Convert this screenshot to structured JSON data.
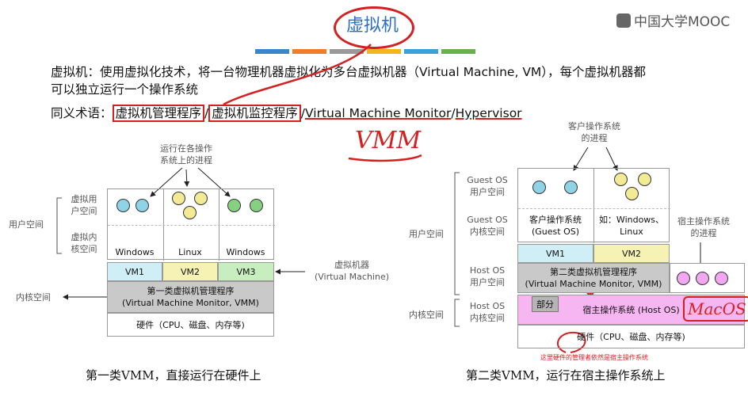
{
  "header": {
    "title": "虚拟机",
    "logo_text": "中国大学MOOC",
    "bar_colors": [
      "#3a86c8",
      "#ef7d2a",
      "#999999",
      "#f2b51e",
      "#3aa0d8",
      "#6ab04c"
    ]
  },
  "definition": {
    "line1": "虚拟机：使用虚拟化技术，将一台物理机器虚拟化为多台虚拟机器（Virtual Machine, VM），每个虚拟机器都",
    "line2": "可以独立运行一个操作系统",
    "syn_label": "同义术语：",
    "syn_term1": "虚拟机管理程序",
    "syn_sep1": "/",
    "syn_term2": "虚拟机监控程序",
    "syn_sep2": "/",
    "syn_term3": "Virtual Machine Monitor",
    "syn_sep3": "/",
    "syn_term4": "Hypervisor",
    "handwritten": "VMM"
  },
  "left_diagram": {
    "process_note": "运行在各操作\n系统上的进程",
    "user_space_outer": "用户空间",
    "kernel_space_outer": "内核空间",
    "vuser": "虚拟用\n户空间",
    "vkernel": "虚拟内\n核空间",
    "os": [
      "Windows",
      "Linux",
      "Windows"
    ],
    "vms": [
      "VM1",
      "VM2",
      "VM3"
    ],
    "vmm": "第一类虚拟机管理程序\n(Virtual Machine Monitor, VMM)",
    "hardware": "硬件（CPU、磁盘、内存等)",
    "vm_note": "虚拟机器\n(Virtual Machine)",
    "caption": "第一类VMM，直接运行在硬件上"
  },
  "right_diagram": {
    "client_proc_note": "客户操作系统\n的进程",
    "guest_user": "Guest OS\n用户空间",
    "guest_kernel": "Guest OS\n内核空间",
    "host_user": "Host OS\n用户空间",
    "host_kernel": "Host OS\n内核空间",
    "user_space_outer": "用户空间",
    "kernel_space_outer": "内核空间",
    "guest_os1": "客户操作系统\n(Guest OS)",
    "guest_os2": "如：Windows、\nLinux",
    "vms": [
      "VM1",
      "VM2"
    ],
    "vmm": "第二类虚拟机管理程序\n(Virtual Machine Monitor, VMM)",
    "host_proc_note": "宿主操作系统\n的进程",
    "part": "部分",
    "host_os": "宿主操作系统 (Host OS)",
    "hardware": "硬件（CPU、磁盘、内存等)",
    "red_note": "这里硬件的管理者依然是宿主操作系统",
    "macos": "MacOS",
    "caption": "第二类VMM，运行在宿主操作系统上"
  }
}
